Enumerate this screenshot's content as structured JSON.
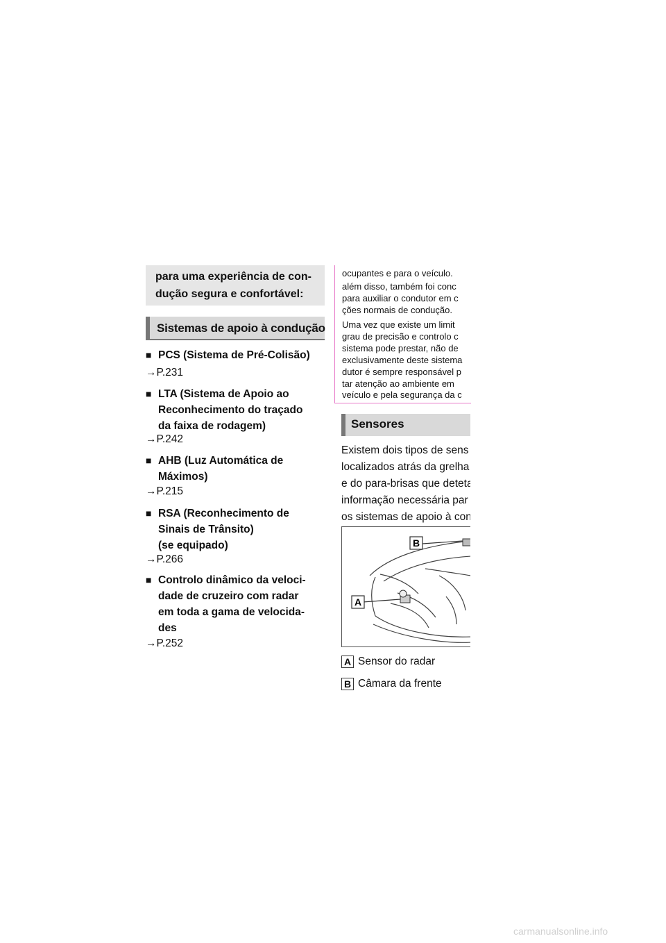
{
  "intro": {
    "line1": "para uma experiência de con-",
    "line2": "dução segura e confortável:"
  },
  "section_title": "Sistemas de apoio à condução",
  "items": [
    {
      "lines": [
        "PCS (Sistema de Pré-Colisão)"
      ],
      "ref": "P.231"
    },
    {
      "lines": [
        "LTA (Sistema de Apoio ao",
        "Reconhecimento do traçado",
        "da faixa de rodagem)"
      ],
      "ref": "P.242"
    },
    {
      "lines": [
        "AHB (Luz Automática de",
        "Máximos)"
      ],
      "ref": "P.215"
    },
    {
      "lines": [
        "RSA (Reconhecimento de",
        "Sinais de Trânsito)",
        "(se equipado)"
      ],
      "ref": "P.266"
    },
    {
      "lines": [
        "Controlo dinâmico da veloci-",
        "dade de cruzeiro com radar",
        "em toda a gama de velocida-",
        "des"
      ],
      "ref": "P.252"
    }
  ],
  "bullet_symbol": "■",
  "arrow_symbol": "→",
  "notice_lines": [
    "ocupantes e para o veículo.",
    "além disso, também foi conc",
    "para auxiliar o condutor em c",
    "ções normais de condução.",
    "Uma vez que existe um limit",
    "grau de precisão e controlo c",
    "sistema pode prestar, não de",
    "exclusivamente deste sistema",
    "dutor é sempre responsável p",
    "tar atenção ao ambiente em",
    "veículo e pela segurança da c"
  ],
  "sensors_title": "Sensores",
  "sensors_body": [
    "Existem dois tipos de sens",
    "localizados atrás da grelha",
    "e do para-brisas que deteta",
    "informação necessária par",
    "os sistemas de apoio à con"
  ],
  "figure_labels": {
    "a": "A",
    "b": "B"
  },
  "legend": [
    {
      "key": "A",
      "text": "Sensor do radar"
    },
    {
      "key": "B",
      "text": "Câmara da frente"
    }
  ],
  "watermark": "carmanualsonline.info"
}
